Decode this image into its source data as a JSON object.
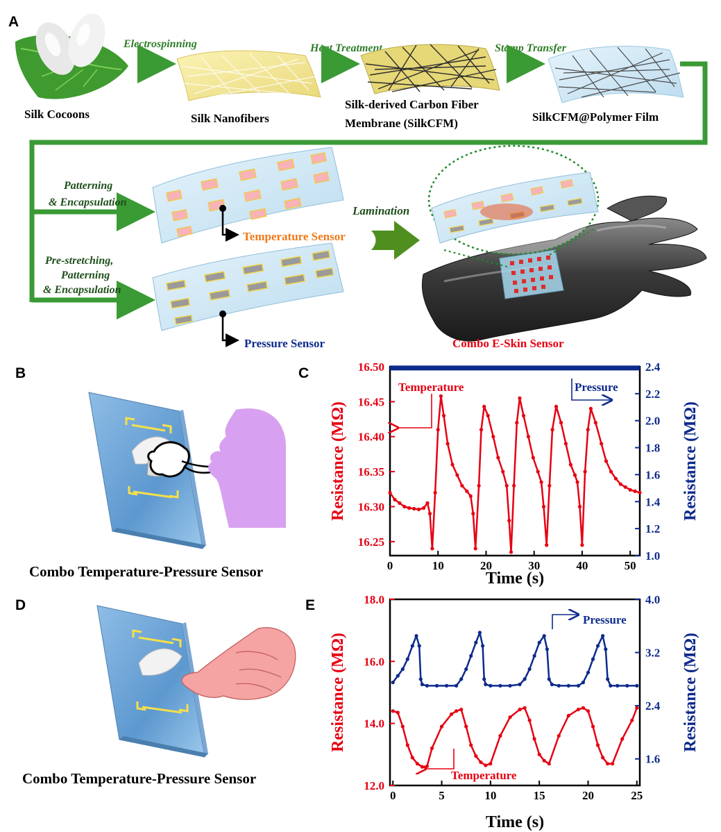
{
  "panel_labels": {
    "a": "A",
    "b": "B",
    "c": "C",
    "d": "D",
    "e": "E"
  },
  "process": {
    "steps": [
      "Silk Cocoons",
      "Silk Nanofibers",
      "Silk-derived Carbon Fiber",
      "Membrane (SilkCFM)",
      "SilkCFM@Polymer Film"
    ],
    "arrows": [
      "Electrospinning",
      "Heat Treatment",
      "Stamp Transfer"
    ],
    "branch_top": [
      "Patterning",
      "& Encapsulation"
    ],
    "branch_bottom": [
      "Pre-stretching,",
      "Patterning",
      "& Encapsulation"
    ],
    "lamination": "Lamination",
    "temperature_sensor": "Temperature Sensor",
    "pressure_sensor": "Pressure Sensor",
    "combo": "Combo E-Skin Sensor"
  },
  "captions": {
    "b": "Combo Temperature-Pressure Sensor",
    "d": "Combo Temperature-Pressure Sensor"
  },
  "colors": {
    "green": "#3a9a34",
    "red": "#e60012",
    "blue": "#0d2a8c",
    "orange": "#f07a1a",
    "film": "#cfe6f4",
    "face": "#d8a0f0",
    "hand": "#f5a3a3"
  },
  "chart_data": [
    {
      "id": "C",
      "type": "line",
      "xlabel": "Time (s)",
      "ylabel_left": "Resistance (MΩ)",
      "ylabel_right": "Resistance (MΩ)",
      "xlim": [
        0,
        52
      ],
      "ylim_left": [
        16.23,
        16.5
      ],
      "ylim_right": [
        1.0,
        2.4
      ],
      "xticks": [
        0,
        10,
        20,
        30,
        40,
        50
      ],
      "yticks_left": [
        16.25,
        16.3,
        16.35,
        16.4,
        16.45,
        16.5
      ],
      "yticks_left_labels": [
        "16.25",
        "16.30",
        "16.35",
        "16.40",
        "16.45",
        "16.50"
      ],
      "yticks_right": [
        1.0,
        1.2,
        1.4,
        1.6,
        1.8,
        2.0,
        2.2,
        2.4
      ],
      "yticks_right_labels": [
        "1.0",
        "1.2",
        "1.4",
        "1.6",
        "1.8",
        "2.0",
        "2.2",
        "2.4"
      ],
      "series": [
        {
          "name": "Temperature",
          "axis": "left",
          "color": "#e60012",
          "x": [
            0,
            1,
            2,
            3,
            4,
            5,
            6,
            7,
            7.8,
            8.3,
            8.8,
            9.4,
            10.0,
            10.6,
            11.2,
            12,
            13,
            14,
            15,
            16,
            16.8,
            17.3,
            17.8,
            18.5,
            19.0,
            19.6,
            20.4,
            21.5,
            22.5,
            23.5,
            24.3,
            24.8,
            25.2,
            25.8,
            26.4,
            27.0,
            27.8,
            28.8,
            29.8,
            30.8,
            31.5,
            32.0,
            32.6,
            33.2,
            33.8,
            34.6,
            35.6,
            36.6,
            37.6,
            38.5,
            39.0,
            39.5,
            40.0,
            40.6,
            41.2,
            41.8,
            42.8,
            44,
            45,
            46,
            47,
            48,
            49,
            50,
            51,
            52
          ],
          "y": [
            16.32,
            16.31,
            16.305,
            16.3,
            16.298,
            16.297,
            16.296,
            16.298,
            16.305,
            16.29,
            16.24,
            16.32,
            16.41,
            16.458,
            16.43,
            16.39,
            16.36,
            16.345,
            16.33,
            16.322,
            16.315,
            16.29,
            16.24,
            16.33,
            16.41,
            16.443,
            16.43,
            16.4,
            16.37,
            16.35,
            16.33,
            16.28,
            16.235,
            16.33,
            16.42,
            16.455,
            16.43,
            16.4,
            16.37,
            16.35,
            16.335,
            16.3,
            16.245,
            16.33,
            16.41,
            16.443,
            16.42,
            16.39,
            16.36,
            16.345,
            16.335,
            16.3,
            16.245,
            16.35,
            16.41,
            16.44,
            16.42,
            16.39,
            16.365,
            16.35,
            16.34,
            16.332,
            16.328,
            16.324,
            16.322,
            16.32
          ]
        },
        {
          "name": "Pressure",
          "axis": "right",
          "color": "#0d2a8c",
          "x": [
            0,
            52
          ],
          "y": [
            2.39,
            2.39
          ]
        }
      ],
      "annotations": [
        "Temperature",
        "Pressure"
      ]
    },
    {
      "id": "E",
      "type": "line",
      "xlabel": "Time (s)",
      "ylabel_left": "Resistance (MΩ)",
      "ylabel_right": "Resistance (MΩ)",
      "xlim": [
        -0.3,
        25.3
      ],
      "ylim_left": [
        12.0,
        18.0
      ],
      "ylim_right": [
        1.2,
        4.0
      ],
      "xticks": [
        0,
        5,
        10,
        15,
        20,
        25
      ],
      "yticks_left": [
        12.0,
        14.0,
        16.0,
        18.0
      ],
      "yticks_left_labels": [
        "12.0",
        "14.0",
        "16.0",
        "18.0"
      ],
      "yticks_right": [
        1.6,
        2.4,
        3.2,
        4.0
      ],
      "yticks_right_labels": [
        "1.6",
        "2.4",
        "3.2",
        "4.0"
      ],
      "series": [
        {
          "name": "Pressure",
          "axis": "right",
          "color": "#0d2a8c",
          "x": [
            0,
            0.5,
            1.0,
            1.5,
            2.0,
            2.4,
            2.7,
            2.85,
            3.0,
            3.5,
            4.5,
            5.5,
            6.5,
            7.0,
            7.5,
            8.0,
            8.5,
            8.9,
            9.2,
            9.35,
            9.5,
            10,
            11,
            12,
            13,
            13.5,
            14,
            14.5,
            15.0,
            15.5,
            15.8,
            16.0,
            16.3,
            17,
            18,
            19,
            19.5,
            20,
            20.5,
            21.0,
            21.5,
            21.8,
            22.0,
            22.3,
            23,
            24,
            25
          ],
          "y": [
            2.75,
            2.85,
            2.95,
            3.1,
            3.3,
            3.45,
            3.3,
            2.8,
            2.72,
            2.7,
            2.7,
            2.7,
            2.7,
            2.8,
            2.95,
            3.15,
            3.35,
            3.5,
            3.3,
            2.8,
            2.72,
            2.7,
            2.7,
            2.7,
            2.72,
            2.8,
            2.95,
            3.15,
            3.35,
            3.45,
            3.25,
            2.8,
            2.72,
            2.7,
            2.7,
            2.7,
            2.75,
            2.9,
            3.1,
            3.3,
            3.45,
            3.25,
            2.8,
            2.7,
            2.7,
            2.7,
            2.7
          ]
        },
        {
          "name": "Temperature",
          "axis": "left",
          "color": "#e60012",
          "x": [
            0,
            0.5,
            1.0,
            1.5,
            2.0,
            2.5,
            3.0,
            3.5,
            4.0,
            5.0,
            6.0,
            6.5,
            7.0,
            7.5,
            8.0,
            8.5,
            9.0,
            9.5,
            10.0,
            11.0,
            12.0,
            13.0,
            13.5,
            14.0,
            14.5,
            15.0,
            15.5,
            16.0,
            17.0,
            18.0,
            19.0,
            19.5,
            20.0,
            20.5,
            21.0,
            21.5,
            22.0,
            22.5,
            23.5,
            24.5,
            25
          ],
          "y": [
            14.4,
            14.35,
            13.9,
            13.3,
            12.9,
            12.7,
            12.6,
            12.62,
            13.2,
            13.9,
            14.3,
            14.4,
            14.45,
            13.9,
            13.3,
            12.95,
            12.75,
            12.65,
            12.7,
            13.6,
            14.2,
            14.45,
            14.5,
            14.1,
            13.5,
            13.0,
            12.8,
            12.7,
            13.6,
            14.25,
            14.45,
            14.5,
            14.4,
            13.9,
            13.3,
            12.9,
            12.7,
            12.7,
            13.5,
            14.1,
            14.5
          ]
        }
      ],
      "annotations": [
        "Pressure",
        "Temperature"
      ]
    }
  ]
}
